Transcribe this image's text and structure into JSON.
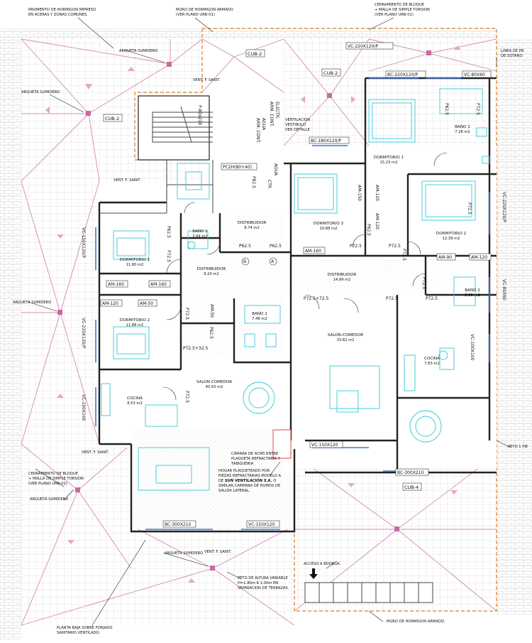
{
  "annotations": {
    "top_left_1": "PAVIMENTO DE HORMIGON IMPRESO",
    "top_left_2": "EN ACERAS Y ZONAS COMUNES.",
    "top_mid_1": "MURO DE HORMIGON ARMADO",
    "top_mid_2": "(VER PLANO URB-01)",
    "top_right_1": "CERRAMIENTO DE BLOQUE",
    "top_right_2": "+ MALLA DE SIMPLE TORSION",
    "top_right_3": "(VER PLANO URB-01)",
    "right_edge_1": "LINEA DE PR",
    "right_edge_2": "DE SOTANO",
    "right_peto": "PETO 1 PIE",
    "left_cerr_1": "CERRAMIENTO DE BLOQUE",
    "left_cerr_2": "+ MALLA DE SIMPLE TORSION",
    "left_cerr_3": "(VER PLANO URB-01)",
    "camara_1": "CÁMARA DE 4CMS ENTRE",
    "camara_2": "PLAQUETA REFRACTARIA Y",
    "camara_3": "TABIQUERIA",
    "hogar_1": "HOGAR PLAQUETEADO POR",
    "hogar_2": "PIEZAS REFRACTARIAS MODELO A",
    "hogar_3a": "DE ",
    "hogar_3b": "SUN VENTILACIÓN S.A.",
    "hogar_3c": " O",
    "hogar_4": "SIMILAR,CAMPANA DE HUMOS DE",
    "hogar_5": "SALIDA LATERAL.",
    "acceso": "ACCESO A BODEGA.",
    "peto_var_1": "PETO DE ALTURA VARIABLE",
    "peto_var_2": "H=1.80m A 1.00m EN",
    "peto_var_3": "SEPARACION DE TERRAZAS.",
    "planta_1": "PLANTA BAJA SOBRE FORJADO",
    "planta_2": "SANITARIO VENTILADO.",
    "muro_bottom": "MURO DE HORMIGON ARMADO.",
    "arqueta": "ARQUETA SUMIDERO",
    "vent": "VENT. F. SANIT.",
    "ventilacion_1": "VENTILACION",
    "ventilacion_2": "VESTIBULO",
    "ventilacion_3": "VER DETALLE"
  },
  "cub": [
    "CUB-2",
    "CUB-2",
    "CUB-2",
    "CUB-4"
  ],
  "rooms": [
    {
      "name": "DORMITORIO 1",
      "area": "11.80 m2"
    },
    {
      "name": "DORMITORIO 2",
      "area": "11.88 m2"
    },
    {
      "name": "BAÑO 1",
      "area": "3.94 m2"
    },
    {
      "name": "DISTRIBUIDOR",
      "area": "8.74 m2"
    },
    {
      "name": "DISTRIBUIDOR",
      "area": "9.20 m2"
    },
    {
      "name": "BAÑO 2",
      "area": "7.48 m2"
    },
    {
      "name": "SALON-COMEDOR",
      "area": "40.43 m2"
    },
    {
      "name": "COCINA",
      "area": "8.53 m2"
    },
    {
      "name": "DORMITORIO 3",
      "area": "10.88 m2"
    },
    {
      "name": "DORMITORIO 1",
      "area": "15.23 m2"
    },
    {
      "name": "BAÑO 1",
      "area": "7.28 m2"
    },
    {
      "name": "DORMITORIO 2",
      "area": "12.39 m2"
    },
    {
      "name": "DISTRIBUIDOR",
      "area": "14.99 m2"
    },
    {
      "name": "BAÑO 2",
      "area": "5.95 m2"
    },
    {
      "name": "SALON-COMEDOR",
      "area": "33.82 m2"
    },
    {
      "name": "COCINA",
      "area": "7.83 m2"
    }
  ],
  "tags": {
    "vc_220_top": "VC-220X120/P",
    "bc_220": "BC-220X120/P",
    "vc_80": "VC-80X60",
    "bc_180": "BC-180X120/P",
    "pc2h": "PC2H(80+40)",
    "am_160a": "AM-160",
    "am_160b": "AM-160",
    "am_160c": "AM-160",
    "am_120": "AM-120",
    "am_50": "AM-50",
    "am_90": "AM-90",
    "am_120b": "AM-120",
    "am_150": "AM-150",
    "am_120v": "AM-120",
    "am_120v2": "AM-120",
    "am_50v": "AM-50",
    "p72_1": "P72.5",
    "p72_2": "P72.5",
    "p72_3": "P72.5",
    "p72_4": "P72.5",
    "p72_5": "P72.5",
    "p72_6": "P72.5",
    "p72_7": "P72.5",
    "p72_8": "P72.5",
    "p72_9": "P72.5",
    "p72_10": "P72.5",
    "p72_11": "P72.5",
    "p62_1": "P62.5",
    "p62_2": "P62.5",
    "p62_3": "P62.5",
    "p62_4": "P62.5",
    "p62_5": "P62.5",
    "p62_6": "P62.5",
    "p72_72": "P72.5+72.5",
    "p72_32": "P72.5+32.5",
    "bc_300_left": "BC-300X210",
    "vc_150_left": "VC-150X120",
    "bc_300_right": "BC-300X210",
    "vc_150_right": "VC-150X120",
    "vc_150v_left": "VC-150X120/P",
    "vc_220v_left": "VC-220X120/P",
    "vc_100v_left": "VC-100X100",
    "vc_220v_right": "VC-220X120/P",
    "vc_80v_right": "VC-80X60",
    "vc_100v_right": "VC-100X100",
    "p80": "P-80x210",
    "arm_cont_1": "ARM. CONT.",
    "arm_cont_2": "AGUA",
    "arm_cont_3": "ARM. CONT.",
    "arm_cont_4": "ELECTR.",
    "p82": "P82.5",
    "aqua": "AGUA",
    "ctr": "CTR",
    "a_label": "A",
    "b_label": "B"
  }
}
